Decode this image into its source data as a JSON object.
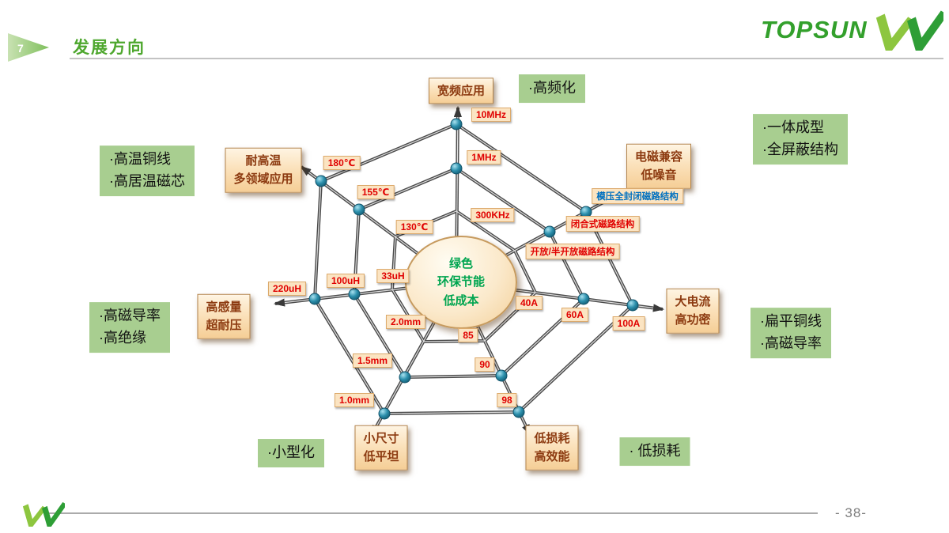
{
  "header": {
    "slide_number": "7",
    "title": "发展方向"
  },
  "brand": {
    "logo_text": "TOPSUN"
  },
  "footer": {
    "page_number": "- 38-"
  },
  "center": {
    "line1": "绿色",
    "line2": "环保节能",
    "line3": "低成本"
  },
  "nodes": {
    "top": {
      "line1": "宽频应用"
    },
    "upper_left": {
      "line1": "耐高温",
      "line2": "多领域应用"
    },
    "upper_right": {
      "line1": "电磁兼容",
      "line2": "低噪音"
    },
    "left": {
      "line1": "高感量",
      "line2": "超耐压"
    },
    "right": {
      "line1": "大电流",
      "line2": "高功密"
    },
    "lower_left": {
      "line1": "小尺寸",
      "line2": "低平坦"
    },
    "lower_right": {
      "line1": "低损耗",
      "line2": "高效能"
    }
  },
  "ticks": {
    "frequency": {
      "t1": "300KHz",
      "t2": "1MHz",
      "t3": "10MHz"
    },
    "temperature": {
      "t1": "130℃",
      "t2": "155℃",
      "t3": "180℃"
    },
    "inductance": {
      "t1": "33uH",
      "t2": "100uH",
      "t3": "220uH"
    },
    "size": {
      "t1": "2.0mm",
      "t2": "1.5mm",
      "t3": "1.0mm"
    },
    "efficiency": {
      "t1": "85",
      "t2": "90",
      "t3": "98"
    },
    "current": {
      "t1": "40A",
      "t2": "60A",
      "t3": "100A"
    },
    "structure": {
      "t1": "开放/半开放磁路结构",
      "t2": "闭合式磁路结构",
      "t3": "模压全封闭磁路结构"
    }
  },
  "annotations": {
    "high_frequency": {
      "line1": "·高频化"
    },
    "integrated": {
      "line1": "·一体成型",
      "line2": "·全屏蔽结构"
    },
    "high_temp": {
      "line1": "·高温铜线",
      "line2": "·高居温磁芯"
    },
    "permeability": {
      "line1": "·高磁导率",
      "line2": "·高绝缘"
    },
    "flat_wire": {
      "line1": "·扁平铜线",
      "line2": "·高磁导率"
    },
    "low_loss": {
      "line1": "· 低损耗"
    },
    "miniature": {
      "line1": "·小型化"
    }
  },
  "colors": {
    "accent_green": "#4EA72E",
    "annotation_bg": "#A8CE90",
    "node_text": "#8C3A10",
    "tick_red": "#E00000",
    "tick_blue": "#0070C0",
    "center_green": "#00A550",
    "logo_green": "#33A02C"
  }
}
